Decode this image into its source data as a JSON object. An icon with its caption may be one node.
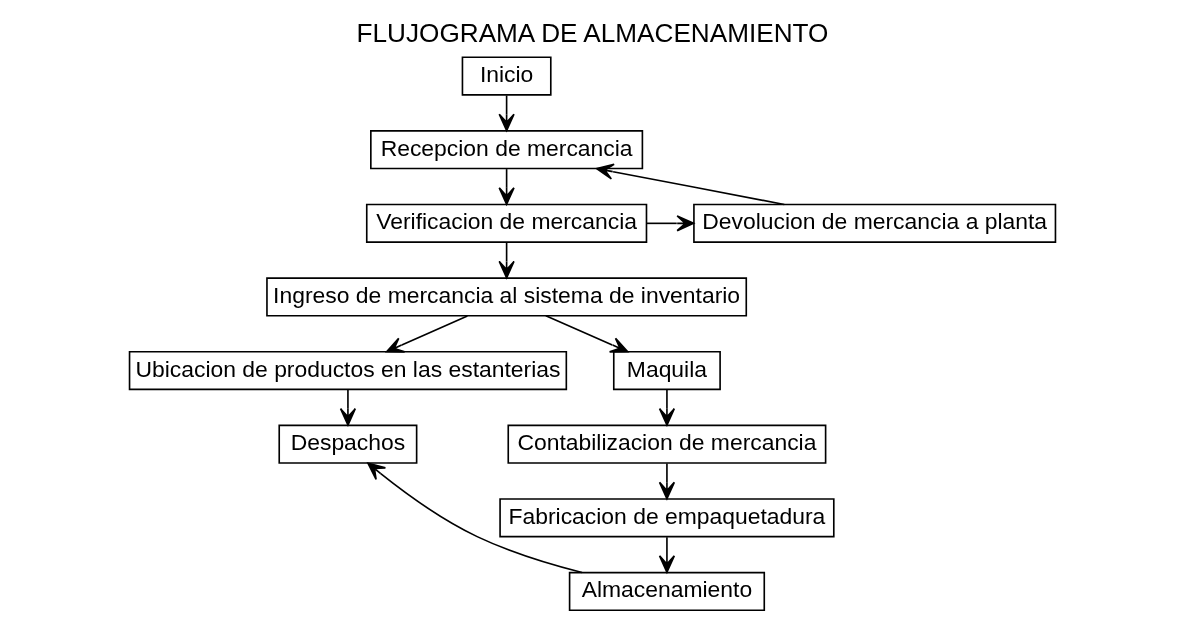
{
  "diagram": {
    "title": "FLUJOGRAMA DE ALMACENAMIENTO",
    "nodes": [
      {
        "text": [
          "Inicio"
        ]
      },
      {
        "text": [
          "Recepcion de mercancia"
        ]
      },
      {
        "text": [
          "Verificacion de mercancia"
        ]
      },
      {
        "text": [
          "Devolucion de mercancia a planta"
        ]
      },
      {
        "text": [
          "Ingreso de mercancia al sistema de inventario"
        ]
      },
      {
        "text": [
          "Ubicacion de productos en las estanterias"
        ]
      },
      {
        "text": [
          "Maquila"
        ]
      },
      {
        "text": [
          "Despachos"
        ]
      },
      {
        "text": [
          "Contabilizacion de mercancia"
        ]
      },
      {
        "text": [
          "Fabricacion de empaquetadura"
        ]
      },
      {
        "text": [
          "Almacenamiento"
        ]
      }
    ],
    "edges": [
      {
        "from": 0,
        "to": 1,
        "arrow": "to"
      },
      {
        "from": 1,
        "to": 2,
        "arrow": "to"
      },
      {
        "from": 2,
        "to": 3,
        "arrow": "to"
      },
      {
        "from": 3,
        "to": 1,
        "arrow": "to"
      },
      {
        "from": 2,
        "to": 4,
        "arrow": "to"
      },
      {
        "from": 4,
        "to": 5,
        "arrow": "to"
      },
      {
        "from": 4,
        "to": 6,
        "arrow": "to"
      },
      {
        "from": 5,
        "to": 7,
        "arrow": "to"
      },
      {
        "from": 6,
        "to": 8,
        "arrow": "to"
      },
      {
        "from": 8,
        "to": 9,
        "arrow": "to"
      },
      {
        "from": 9,
        "to": 10,
        "arrow": "to"
      },
      {
        "from": 10,
        "to": 7,
        "arrow": "to"
      }
    ]
  }
}
